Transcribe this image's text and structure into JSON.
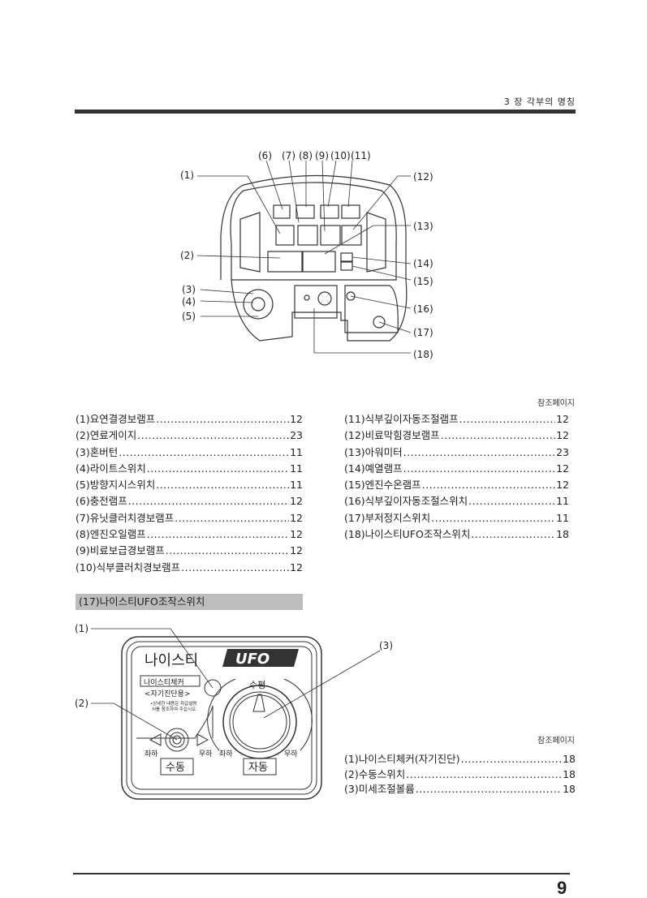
{
  "header": {
    "chapter": "3 장 각부의 명칭"
  },
  "diagram": {
    "callouts": [
      "(1)",
      "(2)",
      "(3)",
      "(4)",
      "(5)",
      "(6)",
      "(7)",
      "(8)",
      "(9)",
      "(10)",
      "(11)",
      "(12)",
      "(13)",
      "(14)",
      "(15)",
      "(16)",
      "(17)",
      "(18)"
    ]
  },
  "parts": {
    "ref_header": "참조페이지",
    "left": [
      {
        "label": "(1)요연결경보램프",
        "page": "12"
      },
      {
        "label": "(2)연료게이지",
        "page": "23"
      },
      {
        "label": "(3)혼버턴",
        "page": "11"
      },
      {
        "label": "(4)라이트스위치",
        "page": "11"
      },
      {
        "label": "(5)방향지시스위치",
        "page": "11"
      },
      {
        "label": "(6)충전램프",
        "page": "12"
      },
      {
        "label": "(7)유닛클러치경보램프",
        "page": "12"
      },
      {
        "label": "(8)엔진오일램프",
        "page": "12"
      },
      {
        "label": "(9)비료보급경보램프",
        "page": "12"
      },
      {
        "label": "(10)식부클러치경보램프",
        "page": "12"
      }
    ],
    "right": [
      {
        "label": "(11)식부깊이자동조절램프",
        "page": "12"
      },
      {
        "label": "(12)비료막힘경보램프",
        "page": "12"
      },
      {
        "label": "(13)아워미터",
        "page": "23"
      },
      {
        "label": "(14)예열램프",
        "page": "12"
      },
      {
        "label": "(15)엔진수온램프",
        "page": "12"
      },
      {
        "label": "(16)식부깊이자동조절스위치",
        "page": "11"
      },
      {
        "label": "(17)부저정지스위치",
        "page": "11"
      },
      {
        "label": "(18)나이스티UFO조작스위치",
        "page": "18"
      }
    ]
  },
  "ufo_section": {
    "title": "(17)나이스티UFO조작스위치",
    "panel": {
      "brand": "나이스티",
      "logo": "UFO",
      "checker": "나이스티체커",
      "checker_sub": "<자기진단용>",
      "note_line1": "•상세한 내용은 취급설명",
      "note_line2": "서를 참조하여 주십시오.",
      "level": "수평",
      "left_down_1": "좌하",
      "right_down_1": "우하",
      "left_down_2": "좌하",
      "right_down_2": "우하",
      "manual": "수동",
      "auto": "자동"
    },
    "callouts": [
      "(1)",
      "(2)",
      "(3)"
    ],
    "ref_header": "참조페이지",
    "items": [
      {
        "label": "(1)나이스티체커(자기진단)",
        "page": "18"
      },
      {
        "label": "(2)수동스위치",
        "page": "18"
      },
      {
        "label": "(3)미세조절볼륨",
        "page": "18"
      }
    ]
  },
  "footer": {
    "page_number": "9"
  }
}
